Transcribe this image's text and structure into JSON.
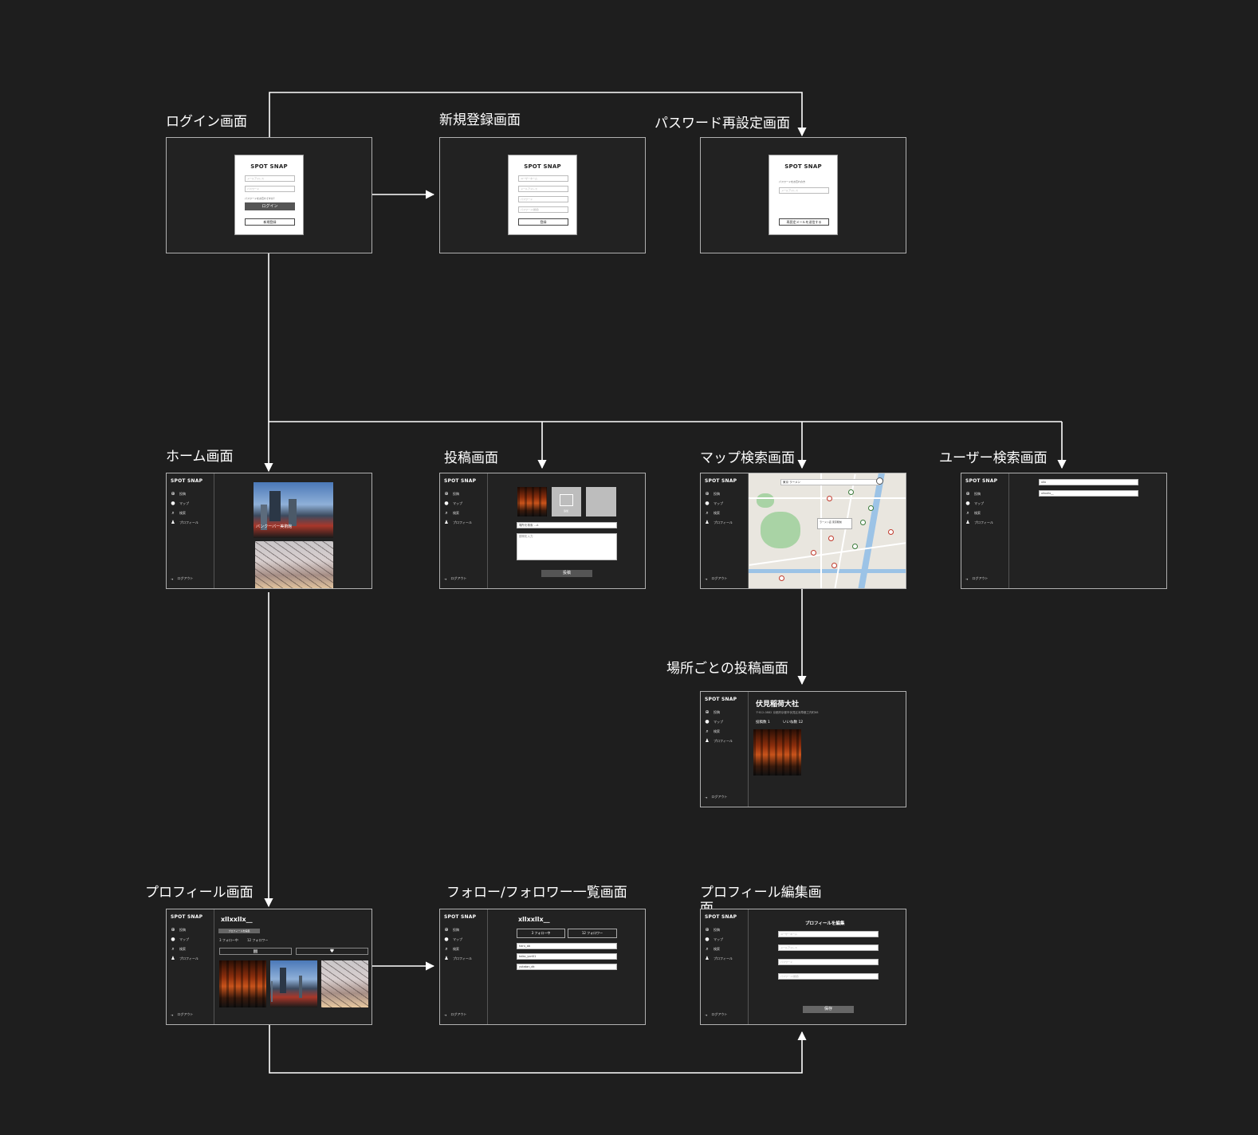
{
  "brand": "SPOT SNAP",
  "nav": {
    "post": "投稿",
    "map": "マップ",
    "search": "検索",
    "profile": "プロフィール",
    "logout": "ログアウト"
  },
  "screens": {
    "login": {
      "title": "ログイン画面",
      "fields": [
        "メールアドレス",
        "パスワード"
      ],
      "forgot": "パスワードをお忘れですか？",
      "login_button": "ログイン",
      "signup_button": "新規登録"
    },
    "signup": {
      "title": "新規登録画面",
      "fields": [
        "ユーザーネーム",
        "メールアドレス",
        "パスワード",
        "パスワード(確認)"
      ],
      "submit_button": "登録"
    },
    "reset": {
      "title": "パスワード再設定画面",
      "instruction": "パスワードをお忘れの方",
      "fields": [
        "メールアドレス"
      ],
      "submit_button": "再設定メールを送信する"
    },
    "home": {
      "title": "ホーム画面",
      "post_caption": "バンクーバー美術館"
    },
    "post": {
      "title": "投稿画面",
      "place_value": "場所を検索 ...A",
      "body_placeholder": "説明を入力",
      "submit_button": "投稿",
      "add_label": "追加"
    },
    "map": {
      "title": "マップ検索画面",
      "search_value": "東京 ラーメン",
      "popup": "ラーメン店 東京駅前"
    },
    "user_search": {
      "title": "ユーザー検索画面",
      "query": "xllx",
      "result": "xllxxllx__"
    },
    "place_posts": {
      "title": "場所ごとの投稿画面",
      "place_name": "伏見稲荷大社",
      "address": "〒612-0882 京都府京都市伏見区深草薮之内町68",
      "post_count_label": "投稿数",
      "post_count": "1",
      "likes_label": "いいね数",
      "likes_count": "12"
    },
    "profile": {
      "title": "プロフィール画面",
      "username": "xllxxllx__",
      "edit_button": "プロフィールを編集",
      "following": "3 フォロー中",
      "followers": "12 フォロワー"
    },
    "follow_list": {
      "title": "フォロー/フォロワー一覧画面",
      "username": "xllxxllx__",
      "tab_following": "3 フォロー中",
      "tab_followers": "12 フォロワー",
      "users": [
        "haru_ab",
        "taiko_yori01",
        "yutatan_dk"
      ]
    },
    "profile_edit": {
      "title": "プロフィール編集画面",
      "heading": "プロフィールを編集",
      "fields": [
        "ユーザーネーム",
        "メールアドレス",
        "パスワード",
        "パスワード(確認)"
      ],
      "save_button": "保存"
    }
  }
}
